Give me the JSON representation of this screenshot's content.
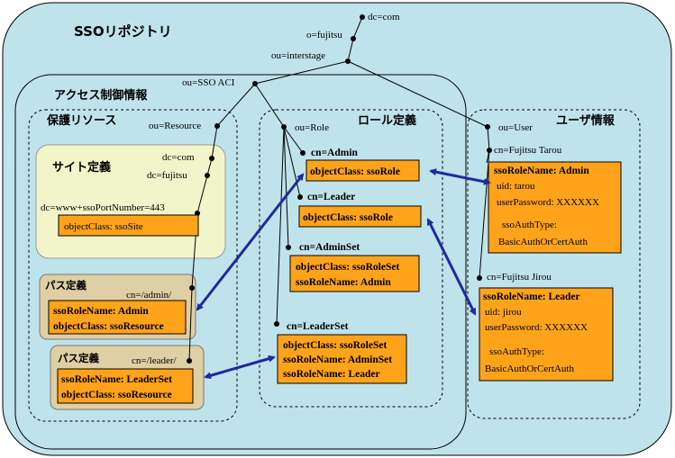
{
  "repository_title": "SSOリポジトリ",
  "access_control_title": "アクセス制御情報",
  "protected_resource_title": "保護リソース",
  "role_def_title": "ロール定義",
  "user_info_title": "ユーザ情報",
  "site_def_title": "サイト定義",
  "path_def1_title": "パス定義",
  "path_def2_title": "パス定義",
  "tree": {
    "dc_com": "dc=com",
    "o_fujitsu": "o=fujitsu",
    "ou_interstage": "ou=interstage",
    "ou_sso_acl": "ou=SSO ACI",
    "ou_resource": "ou=Resource",
    "ou_role": "ou=Role",
    "ou_user": "ou=User"
  },
  "site": {
    "dc_com": "dc=com",
    "dc_fujitsu": "dc=fujitsu",
    "dc_www": "dc=www+ssoPortNumber=443",
    "object_class": "objectClass: ssoSite"
  },
  "path1": {
    "cn": "cn=/admin/",
    "role_name": "ssoRoleName: Admin",
    "object_class": "objectClass: ssoResource"
  },
  "path2": {
    "cn": "cn=/leader/",
    "role_name": "ssoRoleName: LeaderSet",
    "object_class": "objectClass: ssoResource"
  },
  "roles": {
    "admin": {
      "cn": "cn=Admin",
      "object_class": "objectClass: ssoRole"
    },
    "leader": {
      "cn": "cn=Leader",
      "object_class": "objectClass: ssoRole"
    },
    "adminset": {
      "cn": "cn=AdminSet",
      "object_class": "objectClass: ssoRoleSet",
      "role_name": "ssoRoleName: Admin"
    },
    "leaderset": {
      "cn": "cn=LeaderSet",
      "object_class": "objectClass: ssoRoleSet",
      "role_name1": "ssoRoleName: AdminSet",
      "role_name2": "ssoRoleName: Leader"
    }
  },
  "users": {
    "tarou": {
      "cn": "cn=Fujitsu Tarou",
      "role_name": "ssoRoleName: Admin",
      "uid": "uid: tarou",
      "password": "userPassword: XXXXXX",
      "auth_type": "ssoAuthType:",
      "auth_value": "BasicAuthOrCertAuth"
    },
    "jirou": {
      "cn": "cn=Fujitsu Jirou",
      "role_name": "ssoRoleName: Leader",
      "uid": "uid: jirou",
      "password": "userPassword: XXXXXX",
      "auth_type": "ssoAuthType:",
      "auth_value": "BasicAuthOrCertAuth"
    }
  },
  "colors": {
    "repository_bg": "#bfe3ea",
    "site_bg": "#f1f5c9",
    "path_bg": "#dfcfa4",
    "entry_fill": "#ffa31a",
    "arrow": "#1f2a9e"
  }
}
